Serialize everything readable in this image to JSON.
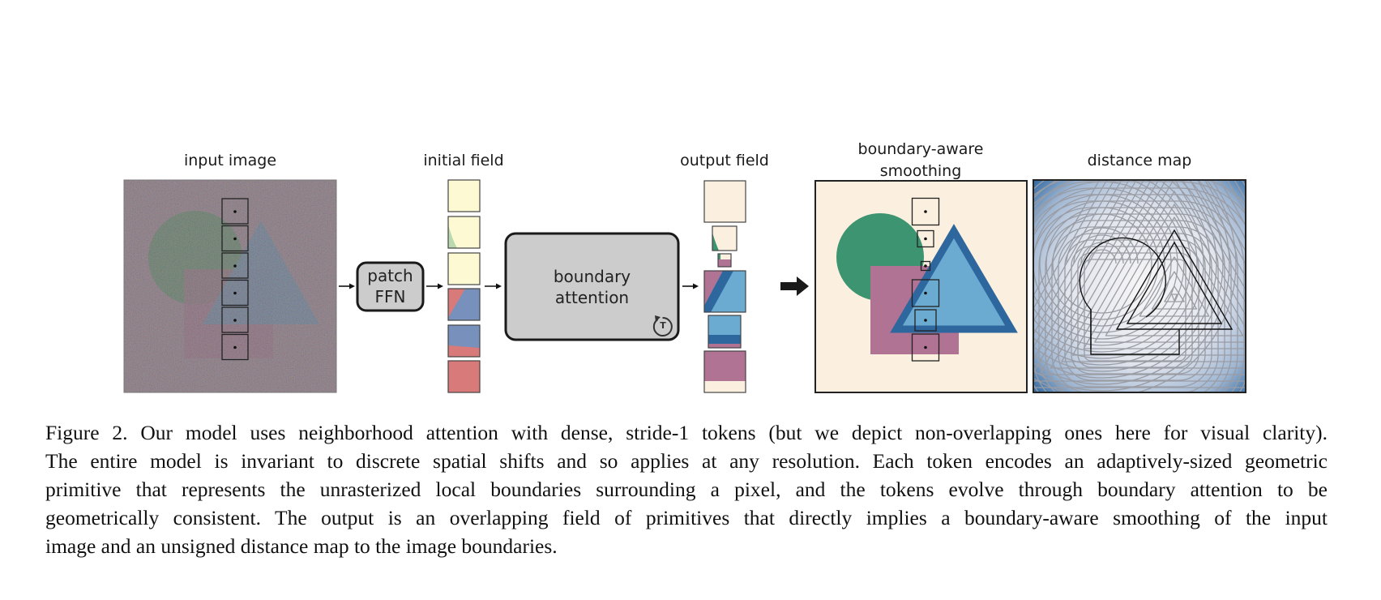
{
  "figure": {
    "labels": {
      "input_image": "input image",
      "initial_field": "initial field",
      "output_field": "output field",
      "smoothing_line1": "boundary-aware",
      "smoothing_line2": "smoothing",
      "distance_map": "distance map"
    },
    "blocks": {
      "patch_ffn_line1": "patch",
      "patch_ffn_line2": "FFN",
      "boundary_attention_line1": "boundary",
      "boundary_attention_line2": "attention",
      "repeat_icon_letter": "T"
    },
    "token_count": 6,
    "colors": {
      "cream": "#FBF0DF",
      "pale_yellow": "#FDF9D2",
      "light_green": "#BBD9AE",
      "green": "#3D9470",
      "red": "#D77A79",
      "slate_blue": "#7791BC",
      "mauve": "#B17394",
      "light_blue": "#6BAAD1",
      "dark_blue": "#2E679E",
      "gray_block": "#CBCCCB"
    }
  },
  "caption": {
    "lines": [
      "Figure 2.  Our model uses neighborhood attention with dense, stride-1 tokens (but we depict non-overlapping ones here for visual clarity).",
      "The entire model is invariant to discrete spatial shifts and so applies at any resolution.  Each token encodes an adaptively-sized geometric",
      "primitive that represents the unrasterized local boundaries surrounding a pixel, and the tokens evolve through boundary attention to be",
      "geometrically consistent.  The output is an overlapping field of primitives that directly implies a boundary-aware smoothing of the input",
      "image and an unsigned distance map to the image boundaries."
    ]
  }
}
